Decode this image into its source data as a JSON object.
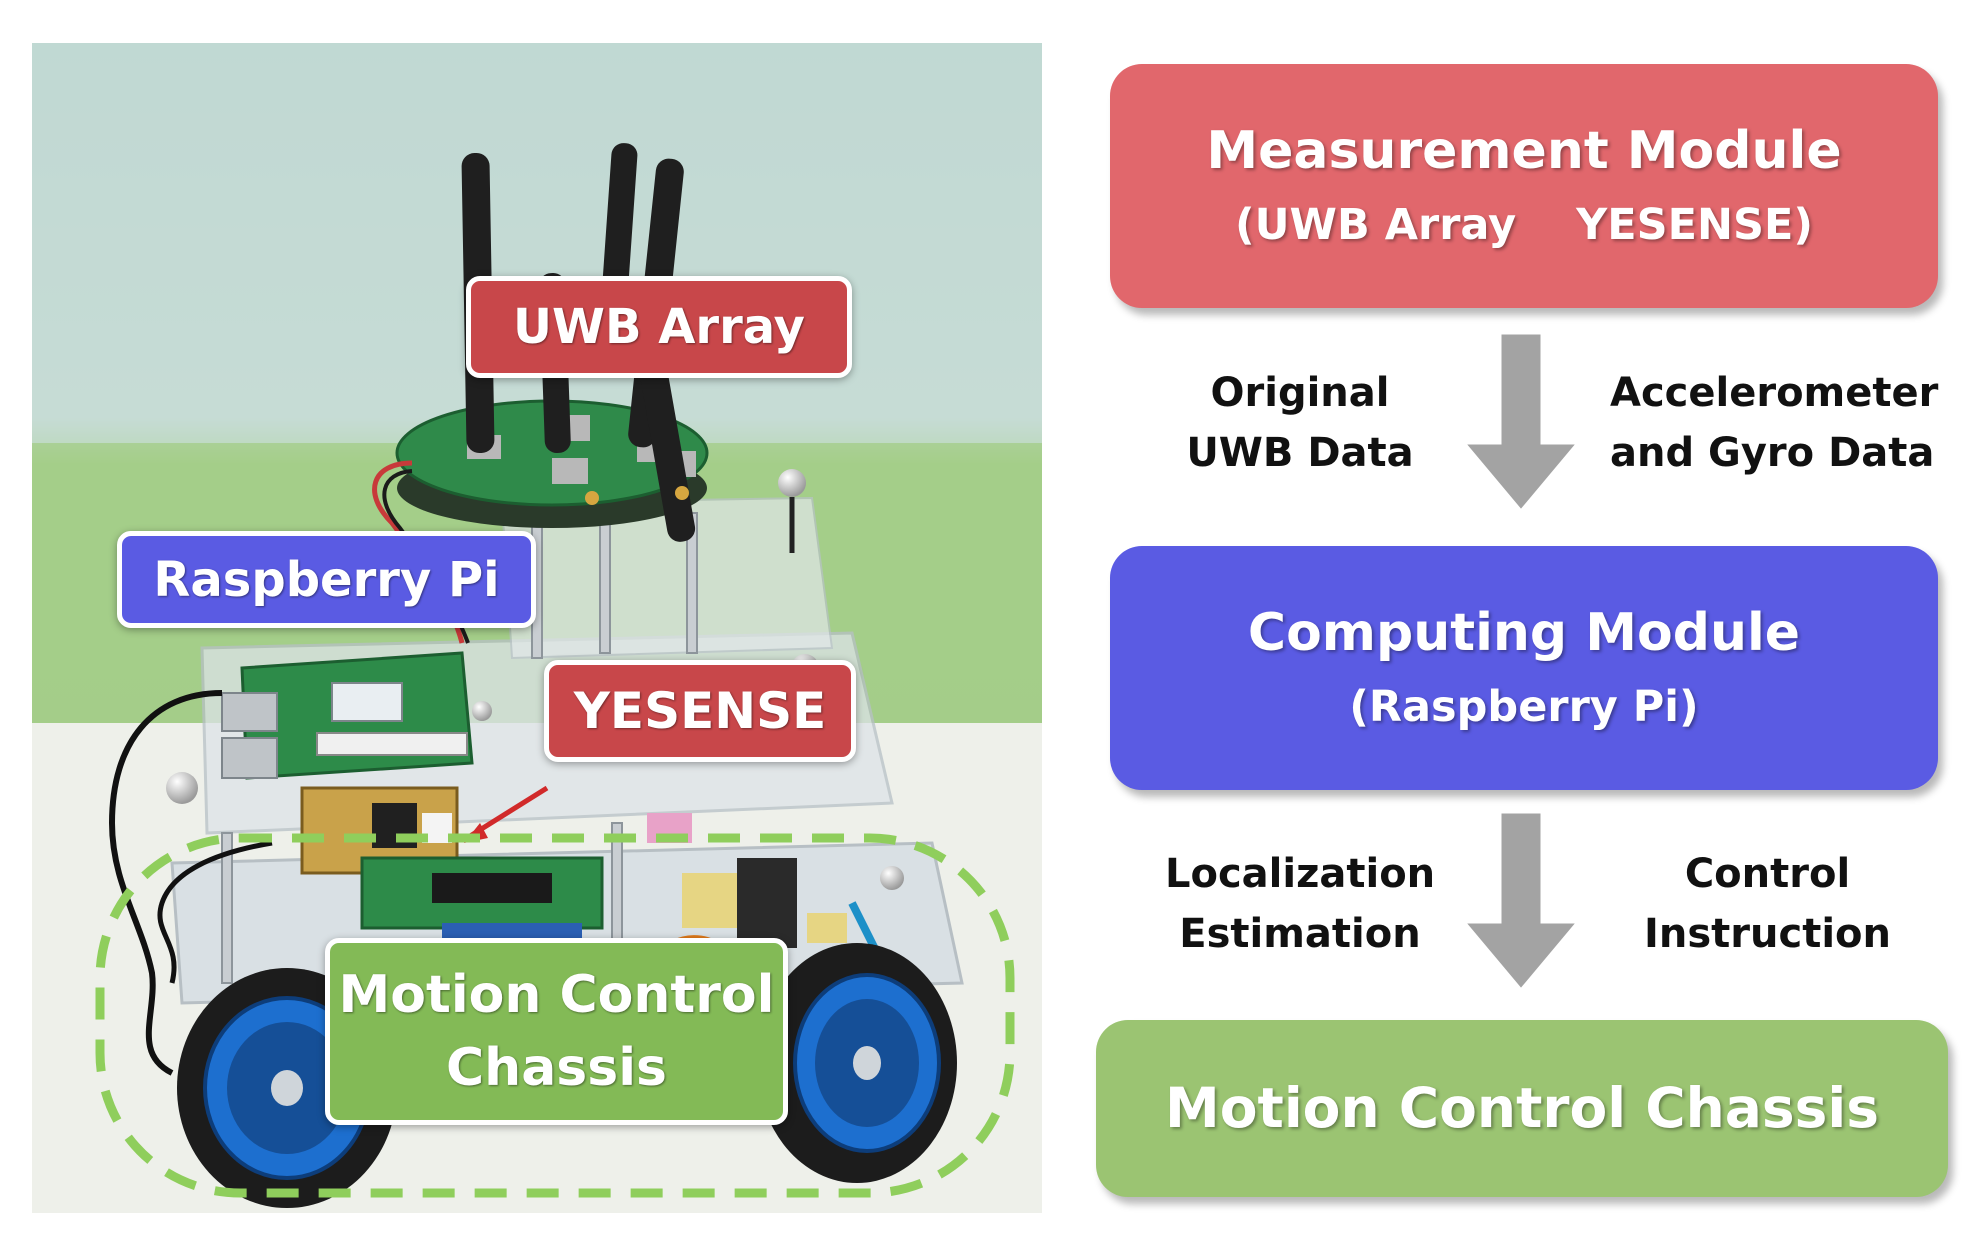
{
  "photo_labels": {
    "uwb_array": "UWB Array",
    "raspberry_pi": "Raspberry Pi",
    "yesense": "YESENSE",
    "chassis_line1": "Motion Control",
    "chassis_line2": "Chassis"
  },
  "modules": {
    "measurement": {
      "title": "Measurement Module",
      "sub_left": "(UWB Array",
      "sub_right": "YESENSE)"
    },
    "computing": {
      "title": "Computing Module",
      "sub": "(Raspberry Pi)"
    },
    "chassis": {
      "title": "Motion Control Chassis"
    }
  },
  "flow_labels": {
    "uwb_data_line1": "Original",
    "uwb_data_line2": "UWB Data",
    "imu_data_line1": "Accelerometer",
    "imu_data_line2": "and Gyro Data",
    "localization_line1": "Localization",
    "localization_line2": "Estimation",
    "control_line1": "Control",
    "control_line2": "Instruction"
  },
  "colors": {
    "measurement": "#e1676c",
    "computing": "#5a5be3",
    "chassis": "#9bc472",
    "tag_red": "#c8474a",
    "tag_green": "#83ba56",
    "arrow": "#a3a3a3",
    "dashed_outline": "#8fce5c"
  }
}
